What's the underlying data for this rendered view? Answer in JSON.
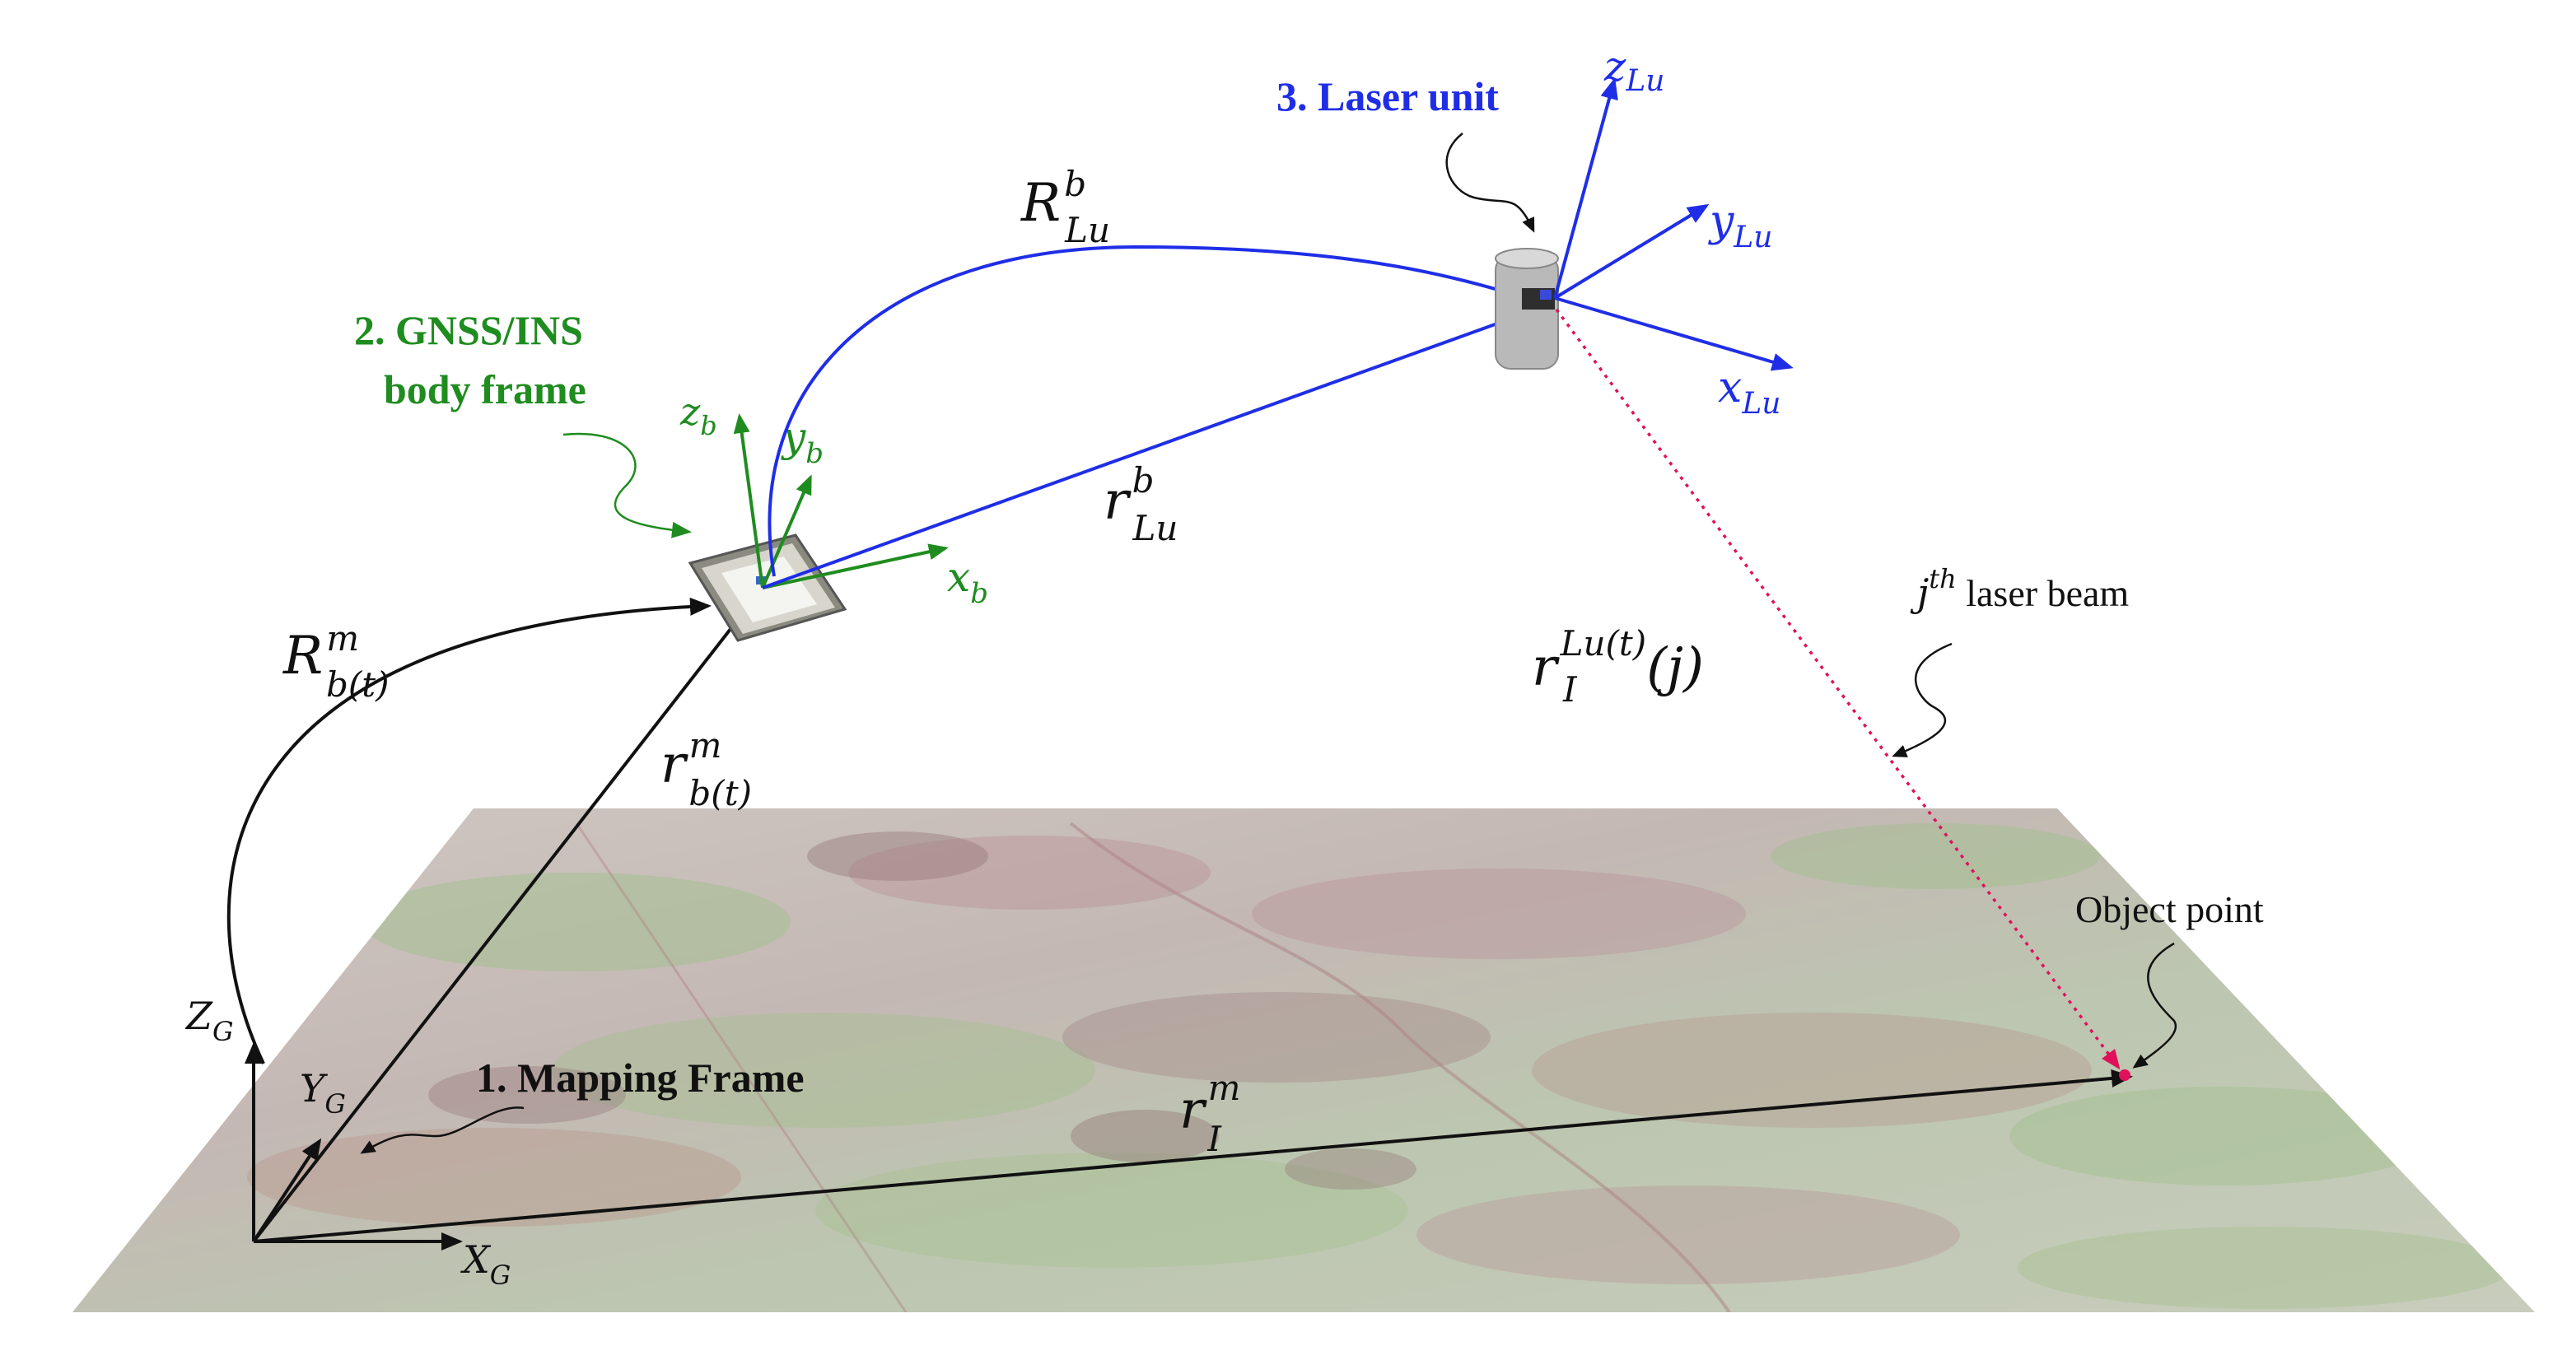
{
  "colors": {
    "black": "#111111",
    "green": "#1f8c1f",
    "blue": "#1f2ee6",
    "laser": "#e0105a",
    "terrain_base": "#c9c3b4"
  },
  "labels": {
    "mapping_frame": "1. Mapping Frame",
    "gnss_line1": "2. GNSS/INS",
    "gnss_line2": "body frame",
    "laser_unit": "3. Laser unit",
    "laser_beam_sup": "th",
    "laser_beam_j": "j",
    "laser_beam_text": " laser beam",
    "object_point": "Object point"
  },
  "mapping_axes": {
    "z": {
      "base": "Z",
      "sub": "G"
    },
    "y": {
      "base": "Y",
      "sub": "G"
    },
    "x": {
      "base": "X",
      "sub": "G"
    }
  },
  "body_axes": {
    "z": {
      "base": "z",
      "sub": "b"
    },
    "y": {
      "base": "y",
      "sub": "b"
    },
    "x": {
      "base": "x",
      "sub": "b"
    }
  },
  "laser_axes": {
    "z": {
      "base": "z",
      "sub": "Lu"
    },
    "y": {
      "base": "y",
      "sub": "Lu"
    },
    "x": {
      "base": "x",
      "sub": "Lu"
    }
  },
  "vectors": {
    "R_b_m": {
      "base": "R",
      "sup": "m",
      "sub": "b(t)"
    },
    "r_b_m": {
      "base": "r",
      "sup": "m",
      "sub": "b(t)"
    },
    "R_Lu_b": {
      "base": "R",
      "sup": "b",
      "sub": "Lu"
    },
    "r_Lu_b": {
      "base": "r",
      "sup": "b",
      "sub": "Lu"
    },
    "r_I_m": {
      "base": "r",
      "sup": "m",
      "sub": "I"
    },
    "r_I_Lu": {
      "base": "r",
      "sup": "Lu(t)",
      "sub": "I",
      "arg": "(j)"
    }
  }
}
